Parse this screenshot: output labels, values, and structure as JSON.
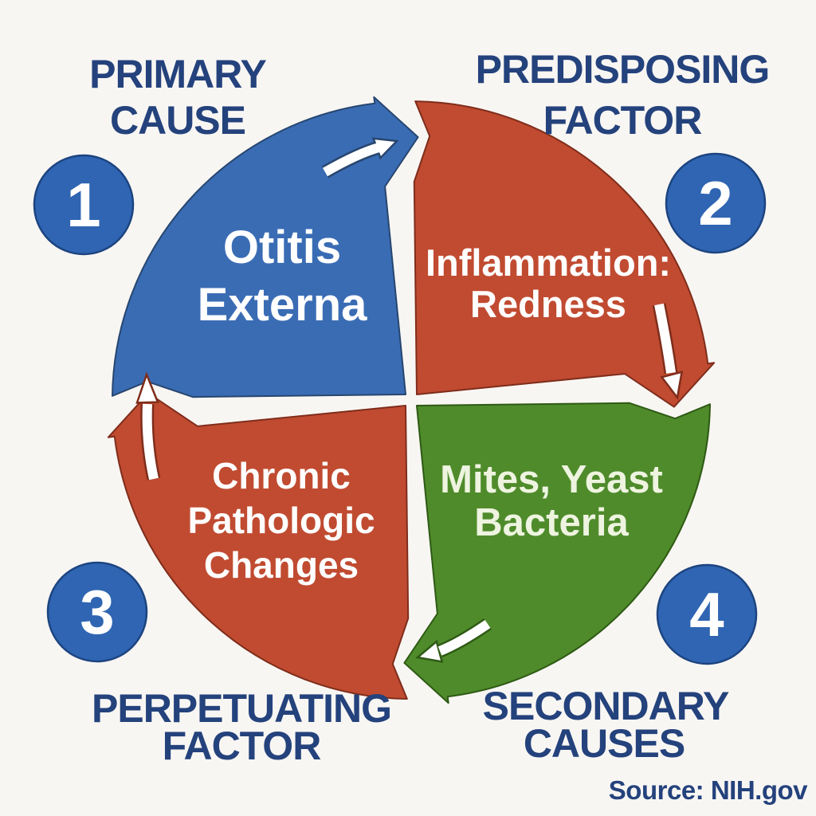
{
  "colors": {
    "background": "#f8f6f3",
    "navy_text": "#24427c",
    "badge_blue": "#2f65b2",
    "quadrant_blue": "#3a6cb4",
    "quadrant_red": "#c04b31",
    "quadrant_green": "#4f8b2b",
    "arrow_white": "#ffffff"
  },
  "headers": [
    {
      "position": "top-left",
      "line1": "PRIMARY",
      "line2": "CAUSE"
    },
    {
      "position": "top-right",
      "line1": "PREDISPOSING",
      "line2": "FACTOR"
    },
    {
      "position": "bottom-left",
      "line1": "PERPETUATING",
      "line2": "FACTOR"
    },
    {
      "position": "bottom-right",
      "line1": "SECONDARY",
      "line2": "CAUSES"
    }
  ],
  "badges": [
    {
      "number": "1"
    },
    {
      "number": "2"
    },
    {
      "number": "3"
    },
    {
      "number": "4"
    }
  ],
  "quadrants": [
    {
      "name": "otitis-externa",
      "color": "#3a6cb4",
      "lines": [
        "Otitis",
        "Externa"
      ]
    },
    {
      "name": "inflammation",
      "color": "#c04b31",
      "lines": [
        "Inflammation:",
        "Redness"
      ]
    },
    {
      "name": "microbes",
      "color": "#4f8b2b",
      "lines": [
        "Mites, Yeast",
        "Bacteria"
      ]
    },
    {
      "name": "chronic-changes",
      "color": "#c04b31",
      "lines": [
        "Chronic",
        "Pathologic",
        "Changes"
      ]
    }
  ],
  "source": "Source: NIH.gov"
}
